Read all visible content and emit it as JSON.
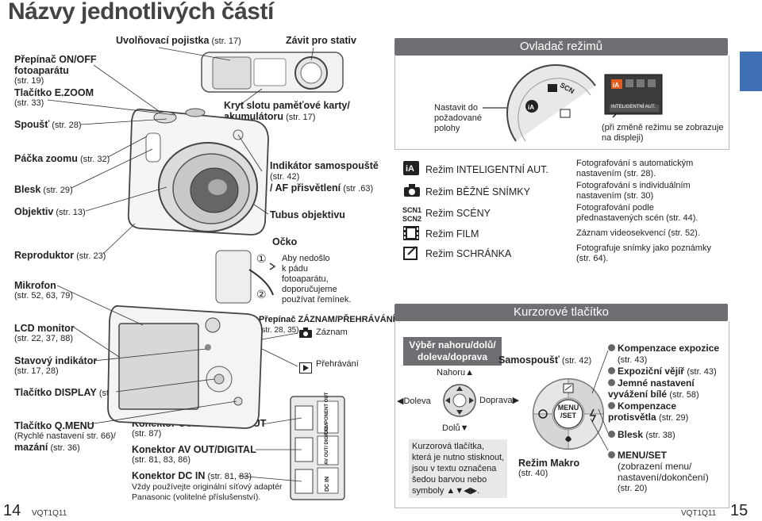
{
  "title": "Názvy jednotlivých částí",
  "left_labels": {
    "power": {
      "name": "Přepínač ON/OFF fotoaparátu",
      "ref": "(str. 19)"
    },
    "ezoom": {
      "name": "Tlačítko E.ZOOM",
      "ref": "(str. 33)"
    },
    "shutter": {
      "name": "Spoušť",
      "ref": "(str. 28)"
    },
    "zoom": {
      "name": "Páčka zoomu",
      "ref": "(str. 32)"
    },
    "flash": {
      "name": "Blesk",
      "ref": "(str. 29)"
    },
    "lens": {
      "name": "Objektiv",
      "ref": "(str. 13)"
    },
    "speaker": {
      "name": "Reproduktor",
      "ref": "(str. 23)"
    },
    "mic": {
      "name": "Mikrofon",
      "ref": "(str. 52, 63, 79)"
    },
    "lcd": {
      "name": "LCD monitor",
      "ref": "(str. 22, 37, 88)"
    },
    "status": {
      "name": "Stavový indikátor",
      "ref": "(str. 17, 28)"
    },
    "display": {
      "name": "Tlačítko DISPLAY",
      "ref": "(str. 37)"
    },
    "qmenu": {
      "name": "Tlačítko Q.MENU",
      "desc": "(Rychlé nastavení str. 66)/",
      "name2": "mazání",
      "ref": "(str. 36)"
    }
  },
  "top_labels": {
    "release": {
      "name": "Uvolňovací pojistka",
      "ref": "(str. 17)"
    },
    "tripod": {
      "name": "Závit pro stativ"
    },
    "slot": {
      "name": "Kryt slotu paměťové karty/",
      "name2": "akumulátoru",
      "ref": "(str. 17)"
    }
  },
  "mid_labels": {
    "selftimer": {
      "name": "Indikátor samospouště",
      "ref": "(str. 42)",
      "name2": "/ AF přisvětlení",
      "ref2": "(str .63)"
    },
    "barrel": {
      "name": "Tubus objektivu"
    },
    "strap": {
      "name": "Očko",
      "n1": "①",
      "n2": "②",
      "text": [
        "Aby nedošlo",
        "k pádu",
        "fotoaparátu,",
        "doporučujeme",
        "používat řemínek."
      ]
    },
    "rec_switch": {
      "name": "Přepínač ZÁZNAM/PŘEHRÁVÁNÍ",
      "ref": "(str. 28, 35)",
      "rec": "Záznam",
      "play": "Přehrávání"
    },
    "component": {
      "name": "Konektor COMPONENT OUT",
      "ref": "(str. 87)"
    },
    "avout": {
      "name": "Konektor AV OUT/DIGITAL",
      "ref": "(str. 81, 83, 86)"
    },
    "dcin": {
      "name": "Konektor DC IN",
      "ref": "(str. 81, 83)",
      "note1": "Vždy používejte originální síťový adaptér",
      "note2": "Panasonic (volitelné příslušenství)."
    },
    "port_labels": [
      "COMPONENT OUT",
      "AV OUT/ DIGITAL",
      "DC IN"
    ]
  },
  "mode_dial": {
    "header": "Ovladač režimů",
    "set_to": [
      "Nastavit do",
      "požadované",
      "polohy"
    ],
    "screen_text": "INTELIGENTNÍ AUT.",
    "note": [
      "(při změně režimu se zobrazuje",
      "na displeji)"
    ],
    "modes": [
      {
        "icon": "iA",
        "name": "Režim INTELIGENTNÍ AUT.",
        "desc": [
          "Fotografování s automatickým",
          "nastavením (str. 28)."
        ]
      },
      {
        "icon": "camera",
        "name": "Režim BĚŽNÉ SNÍMKY",
        "desc": [
          "Fotografování s individuálním",
          "nastavením (str. 30)"
        ]
      },
      {
        "icon": "SCN1/SCN2",
        "name": "Režim SCÉNY",
        "desc": [
          "Fotografování podle",
          "přednastavených scén (str. 44)."
        ]
      },
      {
        "icon": "film",
        "name": "Režim FILM",
        "desc": [
          "Záznam videosekvencí (str. 52)."
        ]
      },
      {
        "icon": "clip",
        "name": "Režim SCHRÁNKA",
        "desc": [
          "Fotografuje snímky jako poznámky",
          "(str. 64)."
        ]
      }
    ]
  },
  "cursor": {
    "header": "Kurzorové tlačítko",
    "select_box": [
      "Výběr nahoru/dolů/",
      "doleva/doprava"
    ],
    "up": "Nahoru▲",
    "down": "Dolů▼",
    "left": "◀Doleva",
    "right": "Doprava▶",
    "selftimer": {
      "name": "Samospoušť",
      "ref": "(str. 42)"
    },
    "macro": {
      "name": "Režim Makro",
      "ref": "(str. 40)"
    },
    "note": [
      "Kurzorová tlačítka,",
      "která je nutno stisknout,",
      "jsou v textu označena",
      "šedou barvou nebo",
      "symboly ▲▼◀▶."
    ],
    "menu_btn": [
      "MENU",
      "/SET"
    ],
    "right_list": [
      {
        "name": "Kompenzace expozice",
        "ref": "(str. 43)"
      },
      {
        "name": "Expoziční vějíř",
        "ref": "(str. 43)"
      },
      {
        "name": "Jemné nastavení vyvážení bílé",
        "ref": "(str. 58)"
      },
      {
        "name": "Kompenzace protisvětla",
        "ref": "(str. 29)"
      }
    ],
    "flash": {
      "name": "Blesk",
      "ref": "(str. 38)"
    },
    "menuset": {
      "name": "MENU/SET",
      "desc": [
        "(zobrazení menu/",
        "nastavení/dokončení)"
      ],
      "ref": "(str. 20)"
    }
  },
  "footer": {
    "page_left": "14",
    "code_left": "VQT1Q11",
    "code_right": "VQT1Q11",
    "page_right": "15"
  }
}
